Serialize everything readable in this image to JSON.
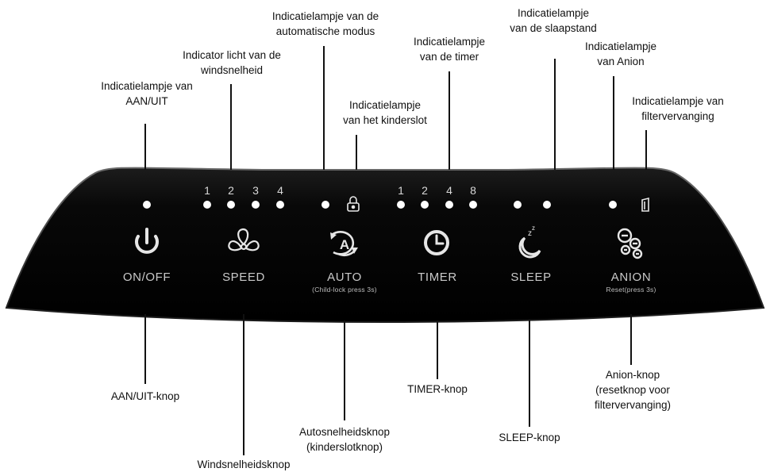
{
  "panel": {
    "buttons": {
      "onoff": "ON/OFF",
      "speed": "SPEED",
      "auto": "AUTO",
      "auto_sub": "(Child-lock press 3s)",
      "timer": "TIMER",
      "sleep": "SLEEP",
      "anion": "ANION",
      "anion_sub": "Reset(press 3s)"
    },
    "speed_levels": [
      "1",
      "2",
      "3",
      "4"
    ],
    "timer_levels": [
      "1",
      "2",
      "4",
      "8"
    ]
  },
  "callouts": {
    "power_indicator": "Indicatielampje van\nAAN/UIT",
    "wind_indicator": "Indicator licht van de\nwindsnelheid",
    "auto_indicator": "Indicatielampje van de\nautomatische modus",
    "childlock_indicator": "Indicatielampje\nvan het kinderslot",
    "timer_indicator": "Indicatielampje\nvan de timer",
    "sleep_indicator": "Indicatielampje\nvan de slaapstand",
    "anion_indicator": "Indicatielampje\nvan Anion",
    "filter_indicator": "Indicatielampje van\nfiltervervanging",
    "power_button": "AAN/UIT-knop",
    "wind_button": "Windsnelheidsknop",
    "auto_button": "Autosnelheidsknop\n(kinderslotknop)",
    "timer_button": "TIMER-knop",
    "sleep_button": "SLEEP-knop",
    "anion_button": "Anion-knop\n(resetknop voor\nfiltervervanging)"
  },
  "colors": {
    "panel": "#0b0b0b",
    "panel_edge": "#3a3a3a",
    "led": "#ffffff",
    "icon": "#e6e6e6",
    "leader": "#111111"
  },
  "icons": [
    "power-icon",
    "fan-icon",
    "auto-mode-icon",
    "lock-icon",
    "clock-icon",
    "sleep-moon-icon",
    "anion-icon",
    "filter-icon"
  ]
}
